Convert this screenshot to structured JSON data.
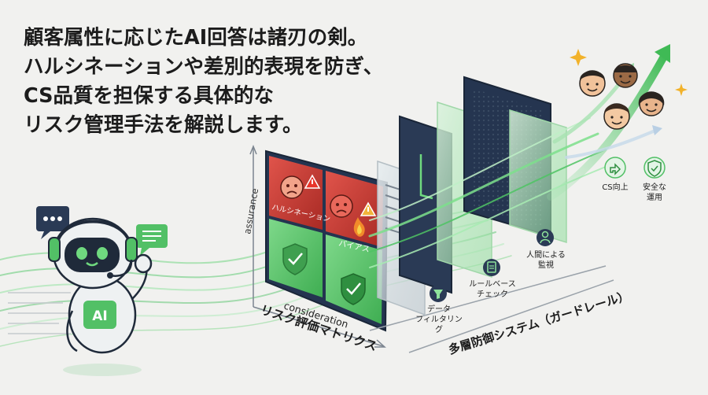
{
  "headline": {
    "line1": "顧客属性に応じたAI回答は諸刃の剣。",
    "line2": "ハルシネーションや差別的表現を防ぎ、",
    "line3": "CS品質を担保する具体的な",
    "line4": "リスク管理手法を解説します。"
  },
  "matrix": {
    "y_axis": "assurance",
    "x_axis": "consideration",
    "title": "リスク評価マトリクス",
    "cell_hallucination": "ハルシネーション",
    "cell_bias": "バイアス"
  },
  "guardrail": {
    "title": "多層防御システム（ガードレール）",
    "layer1": "データ\nフィルタリング",
    "layer2": "ルールベース\nチェック",
    "layer3": "人間による\n監視"
  },
  "outcomes": {
    "cs_up": "CS向上",
    "safe_ops": "安全な\n運用"
  },
  "robot": {
    "badge": "AI"
  },
  "colors": {
    "accent_green": "#46b85c",
    "panel_dark": "#2a3a55",
    "warning_red": "#d9342b"
  }
}
